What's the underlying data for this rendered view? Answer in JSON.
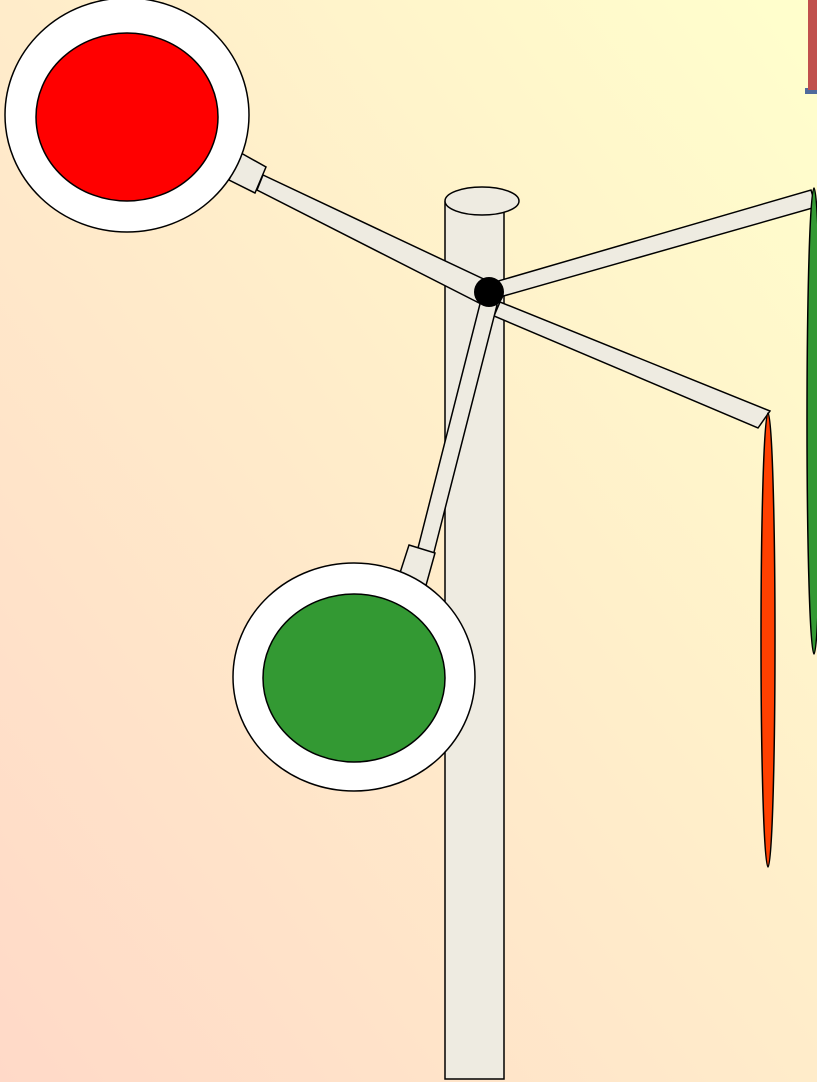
{
  "colors": {
    "background_top_right": "#FFFFCC",
    "background_bottom_left": "#FFD9C8",
    "pole_fill": "#EEEBE1",
    "arm_fill": "#EEEBE1",
    "outline": "#000000",
    "disc_rim": "#FFFFFF",
    "red_signal": "#FF0000",
    "green_signal": "#339933",
    "red_signal_edge_on": "#FF4000",
    "green_signal_edge_on": "#339933",
    "pivot": "#000000",
    "partial_glyph_fill": "#C0504D",
    "partial_glyph_shadow": "#4F6A9C"
  },
  "figure": {
    "subject": "signal-post-with-rotating-discs",
    "elements": [
      "pole",
      "pivot",
      "red-disc-face-on",
      "green-disc-face-on",
      "green-disc-edge-on",
      "red-disc-edge-on"
    ]
  }
}
